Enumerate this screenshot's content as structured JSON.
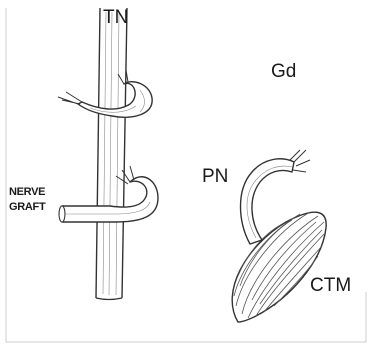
{
  "labels": {
    "tn": "TN",
    "gd": "Gd",
    "pn": "PN",
    "ctm": "CTM",
    "nerve_graft_line1": "NERVE",
    "nerve_graft_line2": "GRAFT"
  },
  "colors": {
    "ink": "#1a1a1a",
    "stroke": "#333333",
    "fill": "#ffffff",
    "frame": "#cfcfcf",
    "hatch": "#555555"
  }
}
